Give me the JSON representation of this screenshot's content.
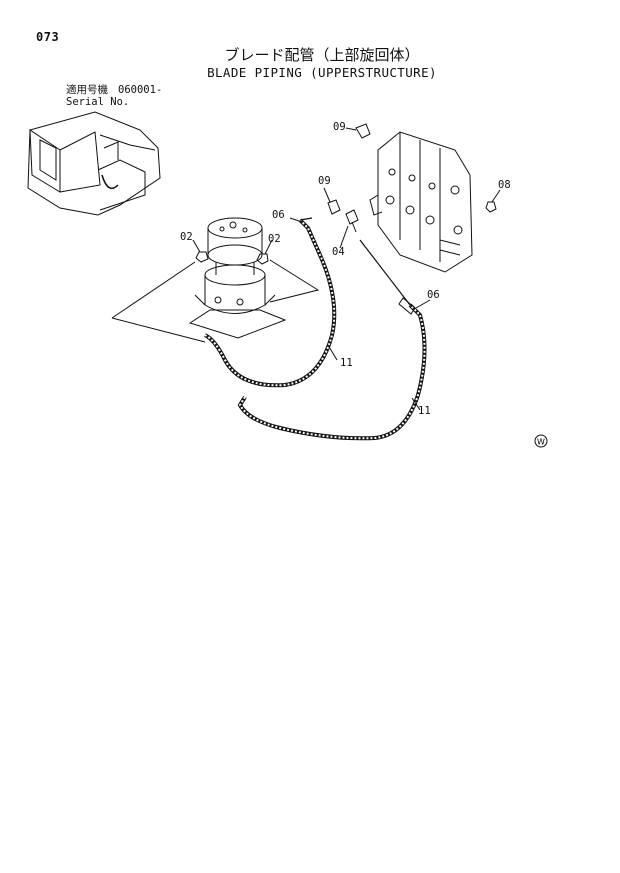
{
  "page": {
    "number": "073",
    "title_jp": "ブレード配管（上部旋回体）",
    "title_en": "BLADE PIPING (UPPERSTRUCTURE)",
    "serial_label_jp": "適用号機",
    "serial_label_en": "Serial No.",
    "serial_value": "060001-"
  },
  "callouts": [
    "02",
    "02",
    "04",
    "06",
    "06",
    "08",
    "09",
    "09",
    "11",
    "11"
  ],
  "mark": "W"
}
